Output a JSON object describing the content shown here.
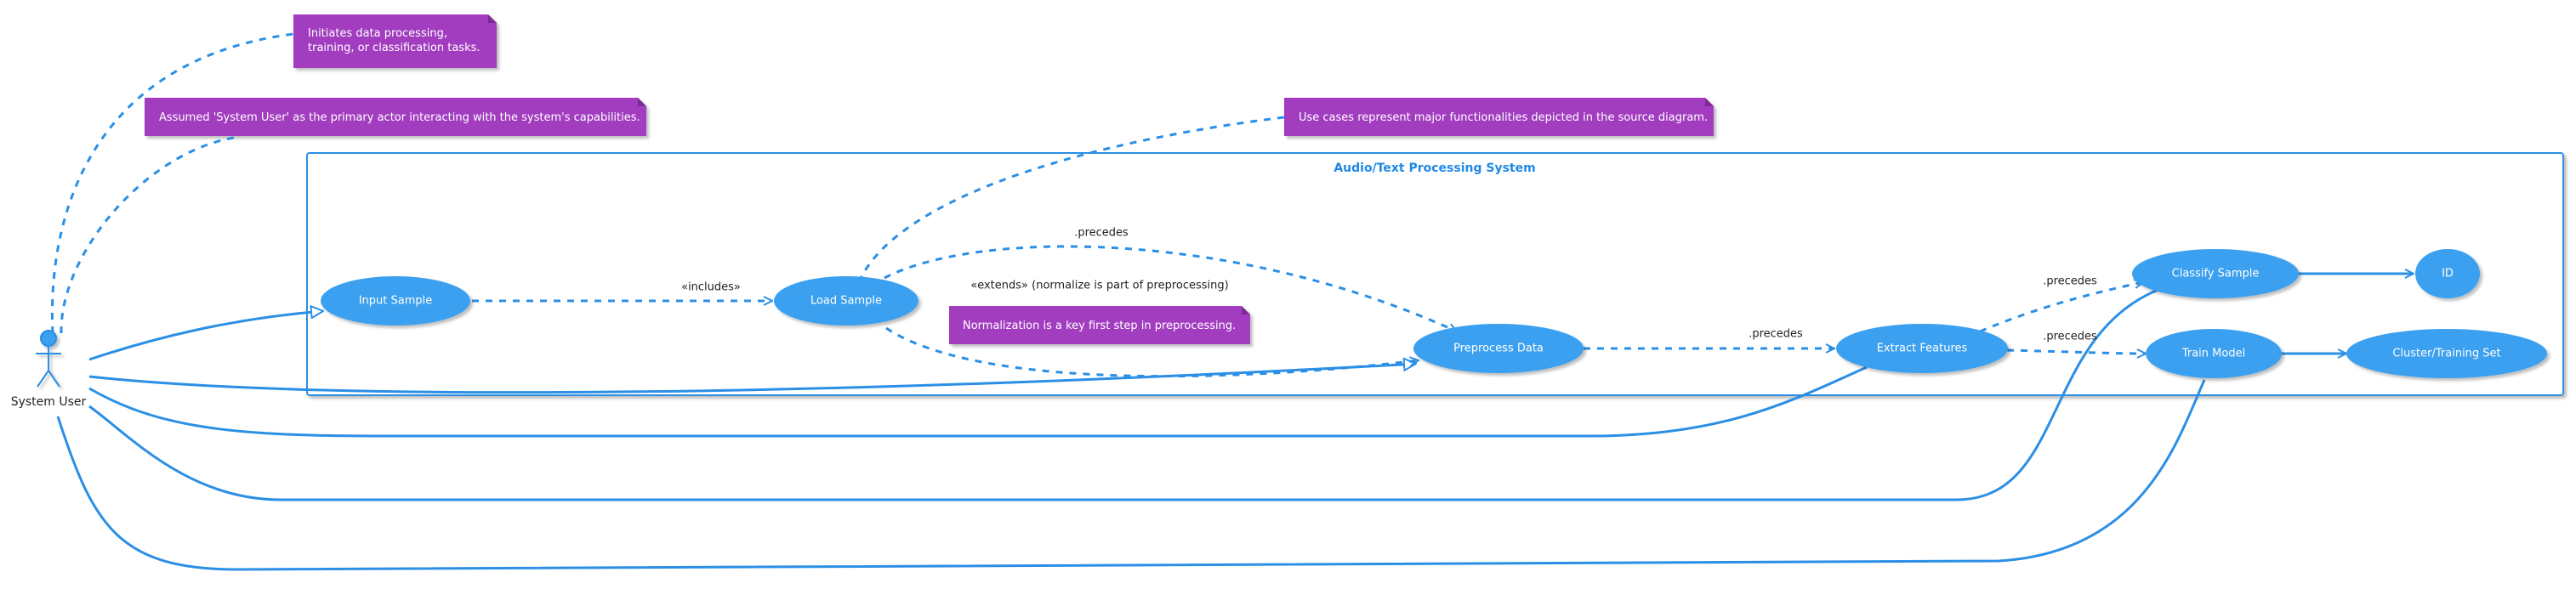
{
  "actor": {
    "name": "System User"
  },
  "boundary": {
    "title": "Audio/Text Processing System"
  },
  "notes": {
    "initiates": [
      "Initiates data processing,",
      "training, or classification tasks."
    ],
    "assumed": "Assumed 'System User' as the primary actor interacting with the system's capabilities.",
    "use_cases": "Use cases represent major functionalities depicted in the source diagram.",
    "normalization": "Normalization is a key first step in preprocessing."
  },
  "use_cases": {
    "input_sample": "Input Sample",
    "load_sample": "Load Sample",
    "preprocess_data": "Preprocess Data",
    "extract_features": "Extract Features",
    "classify_sample": "Classify Sample",
    "train_model": "Train Model",
    "id": "ID",
    "cluster_training_set": "Cluster/Training Set"
  },
  "edge_labels": {
    "includes": "«includes»",
    "precedes_load_preprocess": ".precedes",
    "extends": "«extends» (normalize is part of preprocessing)",
    "precedes_preprocess_extract": ".precedes",
    "precedes_extract_classify": ".precedes",
    "precedes_extract_train": ".precedes"
  },
  "colors": {
    "primary": "#2b8fe5",
    "use_case_fill": "#3aa0ef",
    "note_fill": "#a23cc0",
    "note_fold": "#7e2a97",
    "boundary_title": "#1e88e5"
  }
}
